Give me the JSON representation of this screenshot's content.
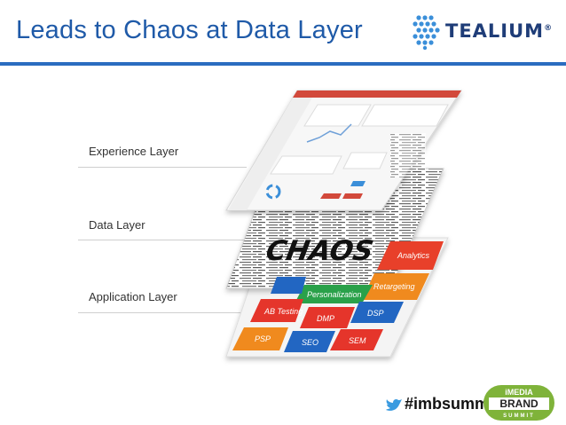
{
  "slide": {
    "title": "Leads to Chaos at Data Layer"
  },
  "logo": {
    "text": "TEALIUM",
    "trademark": "®"
  },
  "layers": {
    "experience": "Experience Layer",
    "data": "Data Layer",
    "application": "Application Layer"
  },
  "chaos_text": "CHAOS",
  "app_tiles": [
    {
      "label": "Analytics",
      "color": "#e8402a"
    },
    {
      "label": "Retargeting",
      "color": "#f08a1e"
    },
    {
      "label": "Personalization",
      "color": "#2aa14a"
    },
    {
      "label": "AB Testing",
      "color": "#e5352b"
    },
    {
      "label": "DMP",
      "color": "#e5352b"
    },
    {
      "label": "DSP",
      "color": "#2266c2"
    },
    {
      "label": "PSP",
      "color": "#f08a1e"
    },
    {
      "label": "SEO",
      "color": "#2266c2"
    },
    {
      "label": "SEM",
      "color": "#e5352b"
    }
  ],
  "footer": {
    "hashtag": "#imbsummit",
    "badge_top": "iMEDIA",
    "badge_middle": "BRAND",
    "badge_bottom": "SUMMIT"
  },
  "colors": {
    "title": "#1f5aa8",
    "accent_line": "#2a6cc0",
    "logo_blue": "#1f3d78",
    "logo_dots": "#3b8fd9",
    "twitter": "#3a9be0",
    "badge_green": "#7fb33a"
  }
}
